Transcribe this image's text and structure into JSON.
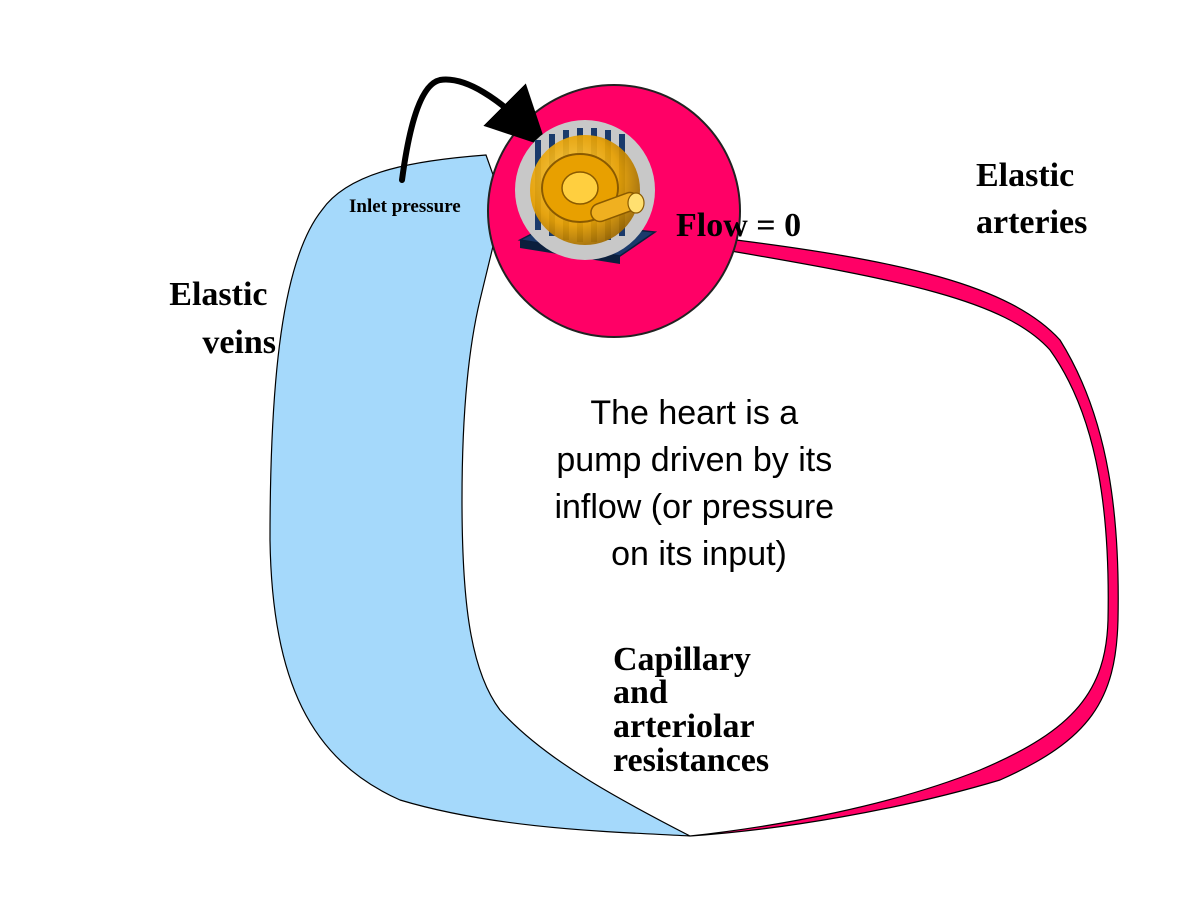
{
  "labels": {
    "inlet_pressure": "Inlet pressure",
    "flow": "Flow = 0",
    "elastic_arteries": [
      "Elastic",
      "arteries"
    ],
    "elastic_veins": [
      "Elastic",
      "veins"
    ],
    "capillary": [
      "Capillary",
      "and",
      "arteriolar",
      "resistances"
    ],
    "description": [
      "The heart is a",
      "pump driven by its",
      "inflow (or pressure",
      "on its input)"
    ]
  },
  "colors": {
    "heart": "#ff0066",
    "vein": "#a5d9fb",
    "artery": "#ff0066",
    "motor_body": "#e8a000",
    "motor_base": "#1a3a6b"
  },
  "icons": {
    "pump": "electric-motor-icon",
    "arrow": "curved-arrow-icon"
  }
}
